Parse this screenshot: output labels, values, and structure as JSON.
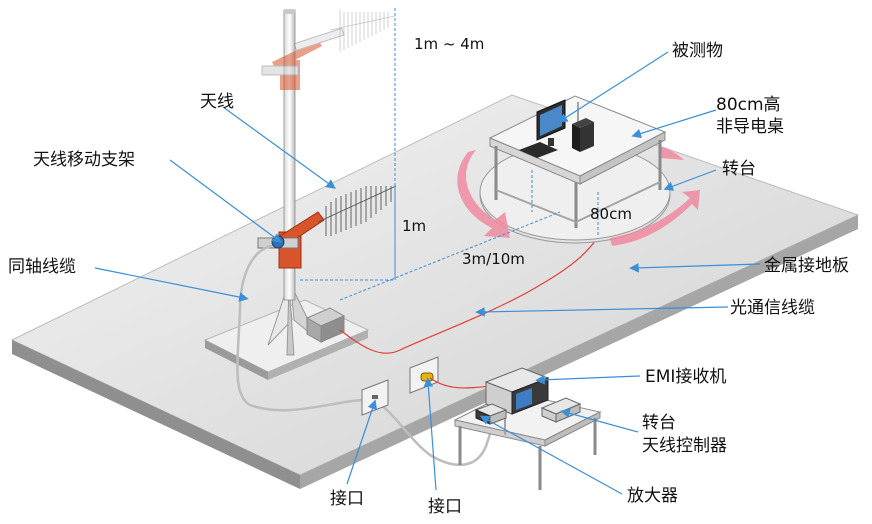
{
  "labels": {
    "antenna": "天线",
    "antenna_mast": "天线移动支架",
    "coax_cable": "同轴线缆",
    "eut": "被测物",
    "table_line1": "80cm高",
    "table_line2": "非导电桌",
    "turntable": "转台",
    "ground_plane": "金属接地板",
    "fiber_cable": "光通信线缆",
    "emi_receiver": "EMI接收机",
    "controller_line1": "转台",
    "controller_line2": "天线控制器",
    "amplifier": "放大器",
    "port_left": "接口",
    "port_right": "接口"
  },
  "dimensions": {
    "antenna_height_range": "1m ~ 4m",
    "antenna_min_height": "1m",
    "distance": "3m/10m",
    "table_height": "80cm"
  },
  "colors": {
    "leader": "#3a8fd6",
    "fiber": "#e0403a",
    "arrow": "#f08aa0",
    "mast": "#d8542a"
  }
}
